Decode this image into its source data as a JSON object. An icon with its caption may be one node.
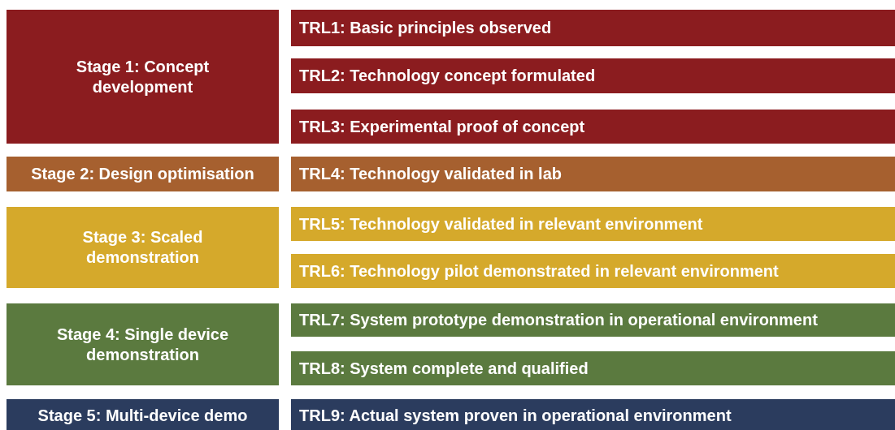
{
  "diagram": {
    "nodes": [
      {
        "text": [
          "Stage 1: Concept development"
        ]
      },
      {
        "text": [
          "TRL1: Basic principles observed"
        ]
      },
      {
        "text": [
          "TRL2: Technology concept formulated"
        ]
      },
      {
        "text": [
          "TRL3: Experimental proof of concept"
        ]
      },
      {
        "text": [
          "Stage 2: Design optimisation"
        ]
      },
      {
        "text": [
          "TRL4: Technology validated in lab"
        ]
      },
      {
        "text": [
          "Stage 3: Scaled demonstration"
        ]
      },
      {
        "text": [
          "TRL5: Technology validated in relevant environment"
        ]
      },
      {
        "text": [
          "TRL6: Technology pilot demonstrated in relevant environment"
        ]
      },
      {
        "text": [
          "Stage 4: Single device demonstration"
        ]
      },
      {
        "text": [
          "TRL7: System prototype demonstration in operational environment"
        ]
      },
      {
        "text": [
          "TRL8: System complete and qualified"
        ]
      },
      {
        "text": [
          "Stage 5: Multi-device demo"
        ]
      },
      {
        "text": [
          "TRL9: Actual system proven in operational environment"
        ]
      }
    ],
    "edges": []
  }
}
